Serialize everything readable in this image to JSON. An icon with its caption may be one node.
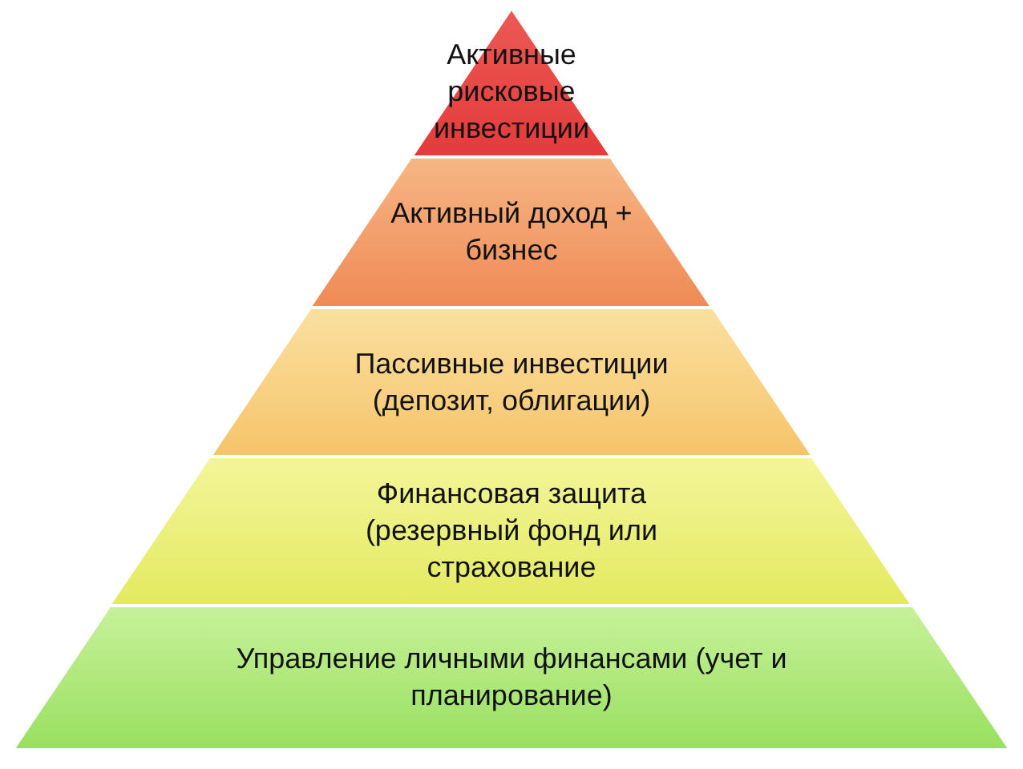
{
  "diagram": {
    "nodes": [
      {
        "text": [
          "Активные рисковые инвестиции"
        ]
      },
      {
        "text": [
          "Активный доход + бизнес"
        ]
      },
      {
        "text": [
          "Пассивные инвестиции (депозит, облигации)"
        ]
      },
      {
        "text": [
          "Финансовая защита (резервный фонд или страхование"
        ]
      },
      {
        "text": [
          "Управление личными финансами (учет и планирование)"
        ]
      }
    ]
  }
}
